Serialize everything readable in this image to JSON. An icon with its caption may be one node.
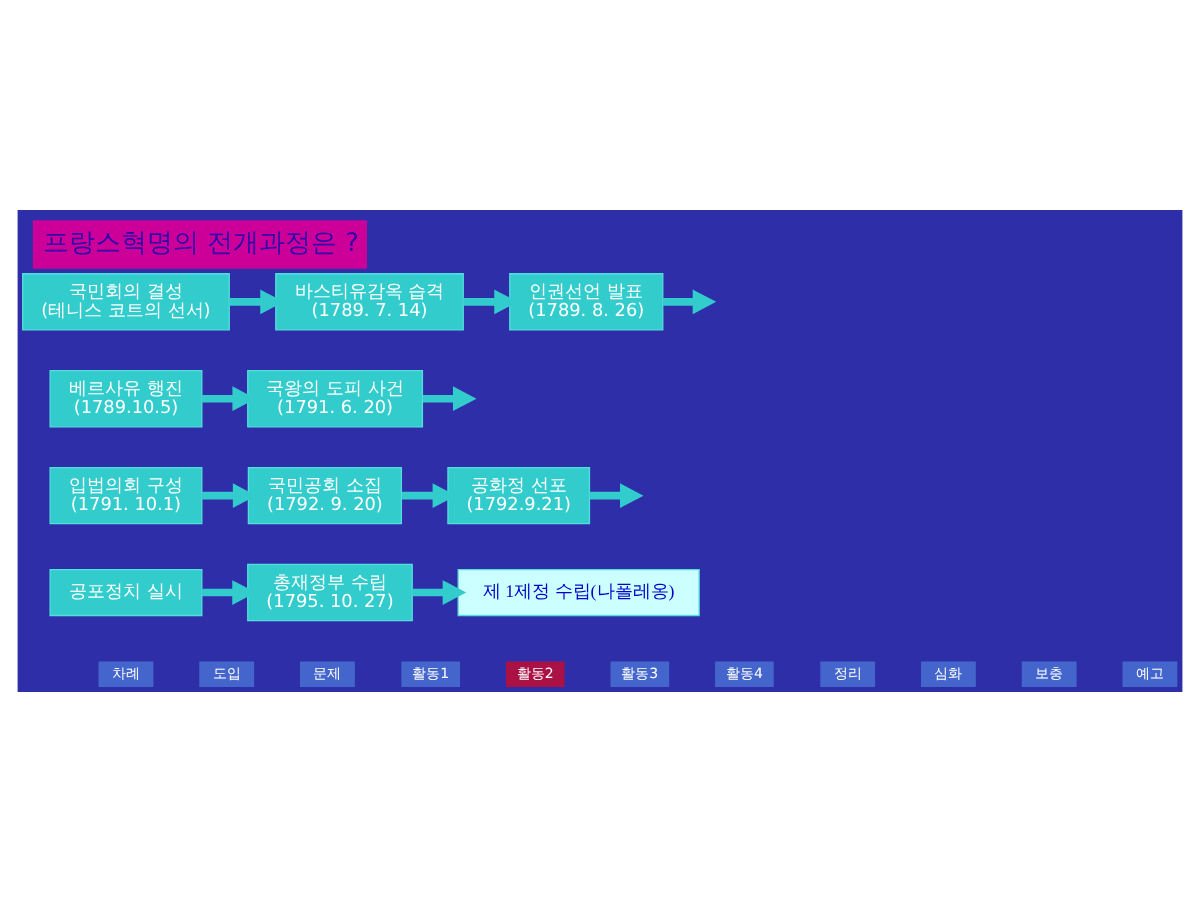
{
  "diagram": {
    "title": "프랑스혁명의 전개과정은 ?",
    "nodes": [
      {
        "text": [
          "국민회의 결성",
          "(테니스 코트의 선서)"
        ]
      },
      {
        "text": [
          "바스티유감옥 습격",
          "(1789. 7. 14)"
        ]
      },
      {
        "text": [
          "인권선언 발표",
          "(1789. 8. 26)"
        ]
      },
      {
        "text": [
          "베르사유 행진",
          "(1789.10.5)"
        ]
      },
      {
        "text": [
          "국왕의 도피 사건",
          "(1791. 6. 20)"
        ]
      },
      {
        "text": [
          "입법의회 구성",
          "(1791. 10.1)"
        ]
      },
      {
        "text": [
          "국민공회 소집",
          "(1792. 9. 20)"
        ]
      },
      {
        "text": [
          "공화정 선포",
          "(1792.9.21)"
        ]
      },
      {
        "text": [
          "공포정치 실시"
        ]
      },
      {
        "text": [
          "총재정부 수립",
          "(1795. 10. 27)"
        ]
      },
      {
        "text": [
          "제 1제정 수립(나폴레옹)"
        ]
      }
    ],
    "edges": [
      {
        "from": 0,
        "to": 1,
        "arrow": "to"
      },
      {
        "from": 1,
        "to": 2,
        "arrow": "to"
      },
      {
        "from": 2,
        "to": null,
        "arrow": "to"
      },
      {
        "from": 3,
        "to": 4,
        "arrow": "to"
      },
      {
        "from": 4,
        "to": null,
        "arrow": "to"
      },
      {
        "from": 5,
        "to": 6,
        "arrow": "to"
      },
      {
        "from": 6,
        "to": 7,
        "arrow": "to"
      },
      {
        "from": 7,
        "to": null,
        "arrow": "to"
      },
      {
        "from": 8,
        "to": 9,
        "arrow": "to"
      },
      {
        "from": 9,
        "to": 10,
        "arrow": "to"
      }
    ],
    "labels": [
      "차례",
      "도입",
      "문제",
      "활동1",
      "활동2",
      "활동3",
      "활동4",
      "정리",
      "심화",
      "보충",
      "예고"
    ]
  }
}
